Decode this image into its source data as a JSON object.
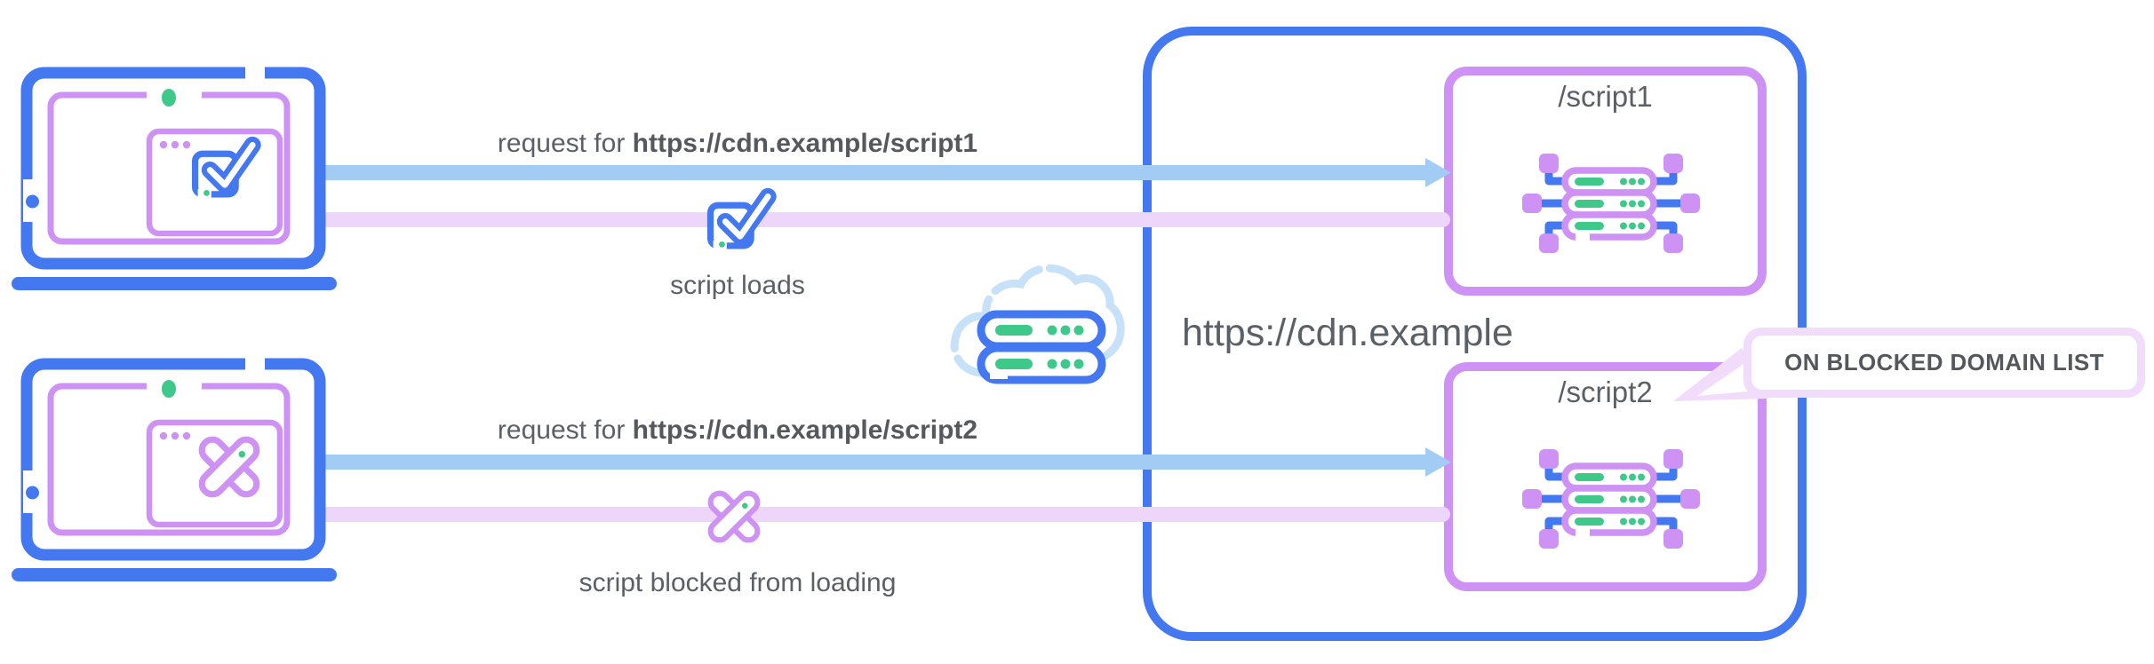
{
  "colors": {
    "primary_blue": "#4478f0",
    "light_blue_arrow": "#a3ccf4",
    "cloud_blue": "#c7e1f8",
    "purple": "#cd92f4",
    "lavender_arrow": "#edd6fa",
    "callout_fill": "#f1dcfb",
    "green": "#3ec98a",
    "text_gray": "#5b6066"
  },
  "clients": [
    {
      "id": "client-allowed",
      "screen_icon": "checkmark-window-icon"
    },
    {
      "id": "client-blocked",
      "screen_icon": "cross-window-icon"
    }
  ],
  "network": {
    "icon": "cloud-servers-icon"
  },
  "flows": [
    {
      "request_prefix": "request for ",
      "request_url": "https://cdn.example/script1",
      "response_label": "script loads",
      "response_icon": "checkbox-checked-icon"
    },
    {
      "request_prefix": "request for ",
      "request_url": "https://cdn.example/script2",
      "response_label": "script blocked from loading",
      "response_icon": "cross-icon"
    }
  ],
  "cdn": {
    "domain": "https://cdn.example",
    "endpoints": [
      {
        "label": "/script1",
        "icon": "server-cluster-icon"
      },
      {
        "label": "/script2",
        "icon": "server-cluster-icon",
        "callout": "ON BLOCKED DOMAIN LIST"
      }
    ]
  }
}
